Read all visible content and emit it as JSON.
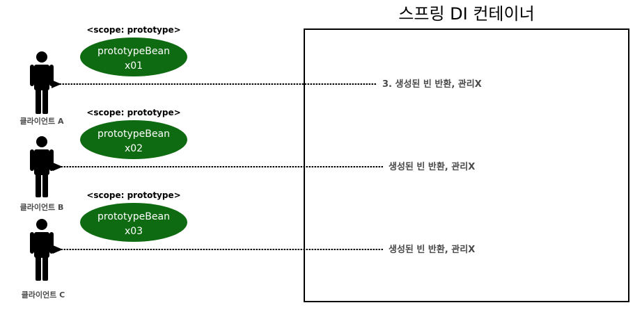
{
  "container": {
    "title": "스프링 DI 컨테이너"
  },
  "clients": [
    {
      "label": "클라이언트 A",
      "scope_label": "<scope: prototype>",
      "bean_name": "prototypeBean",
      "bean_id": "x01",
      "return_label": "3. 생성된 빈 반환, 관리X"
    },
    {
      "label": "클라이언트 B",
      "scope_label": "<scope: prototype>",
      "bean_name": "prototypeBean",
      "bean_id": "x02",
      "return_label": "생성된 빈 반환, 관리X"
    },
    {
      "label": "클라이언트 C",
      "scope_label": "<scope: prototype>",
      "bean_name": "prototypeBean",
      "bean_id": "x03",
      "return_label": "생성된 빈 반환, 관리X"
    }
  ],
  "colors": {
    "bean_fill": "#0f6b12",
    "figure": "#000000",
    "label_gray": "#4a4a4a"
  }
}
